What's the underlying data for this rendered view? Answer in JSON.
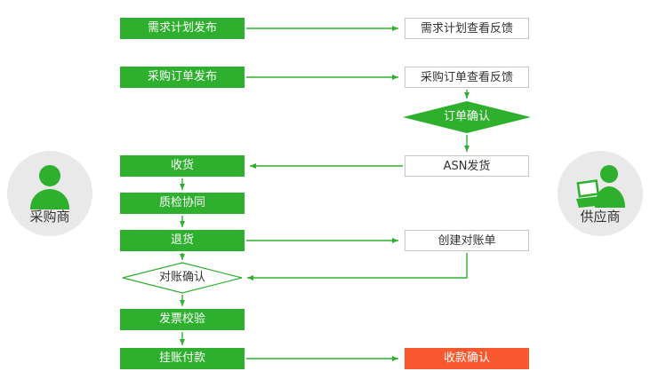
{
  "colors": {
    "green": "#2eb02e",
    "red": "#f9572e",
    "box_border": "#c6c6c6",
    "circle_bg": "#e9e9e9",
    "text_dark": "#333333"
  },
  "actors": {
    "buyer": {
      "label": "采购商",
      "icon": "person-bust-icon"
    },
    "supplier": {
      "label": "供应商",
      "icon": "person-with-laptop-icon"
    }
  },
  "nodes": {
    "demand_plan_publish": {
      "label": "需求计划发布",
      "type": "process-green"
    },
    "demand_plan_feedback": {
      "label": "需求计划查看反馈",
      "type": "process-white"
    },
    "po_publish": {
      "label": "采购订单发布",
      "type": "process-green"
    },
    "po_feedback": {
      "label": "采购订单查看反馈",
      "type": "process-white"
    },
    "order_confirm": {
      "label": "订单确认",
      "type": "decision-green"
    },
    "receive_goods": {
      "label": "收货",
      "type": "process-green"
    },
    "asn_ship": {
      "label": "ASN发货",
      "type": "process-white"
    },
    "quality_collab": {
      "label": "质检协同",
      "type": "process-green"
    },
    "return_goods": {
      "label": "退货",
      "type": "process-green"
    },
    "create_statement": {
      "label": "创建对账单",
      "type": "process-white"
    },
    "reconcile_confirm": {
      "label": "对账确认",
      "type": "decision-white"
    },
    "invoice_verify": {
      "label": "发票校验",
      "type": "process-green"
    },
    "book_payment": {
      "label": "挂账付款",
      "type": "process-green"
    },
    "receipt_confirm": {
      "label": "收款确认",
      "type": "process-red"
    }
  }
}
